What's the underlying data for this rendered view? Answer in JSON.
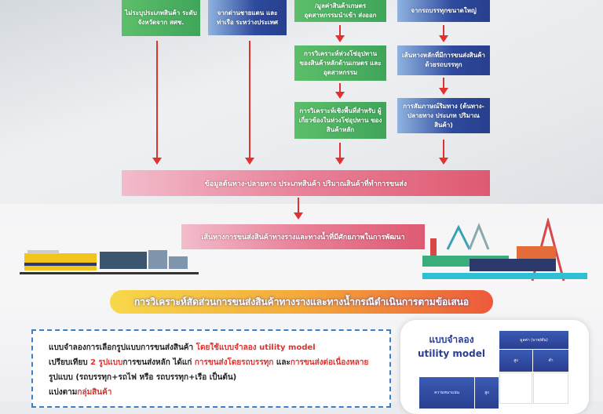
{
  "flow": {
    "col1_box1": "ไม่ระบุประเภทสินค้า ระดับจังหวัดจาก สศช.",
    "col2_box1": "จากด่านชายแดน และท่าเรือ ระหว่างประเทศ",
    "col3_box1": "/มูลค่าสินค้าเกษตร อุตสาหกรรมนำเข้า ส่งออก",
    "col3_box2": "การวิเคราะห์ห่วงโซ่อุปทาน ของสินค้าหลักด้านเกษตร และอุตสาหกรรม",
    "col3_box3": "การวิเคราะห์เชิงพื้นที่สำหรับ ผู้เกี่ยวข้องในห่วงโซ่อุปทาน ของสินค้าหลัก",
    "col4_box1": "จากรถบรรทุกขนาดใหญ่",
    "col4_box2": "เส้นทางหลักที่มีการขนส่งสินค้า ด้วยรถบรรทุก",
    "col4_box3": "การสัมภาษณ์ริมทาง (ต้นทาง-ปลายทาง ประเภท ปริมาณสินค้า)",
    "merge_box": "ข้อมูลต้นทาง-ปลายทาง ประเภทสินค้า ปริมาณสินค้าที่ทำการขนส่ง",
    "result_box": "เส้นทางการขนส่งสินค้าทางรางและทางน้ำที่มีศักยภาพในการพัฒนา"
  },
  "banner": "การวิเคราะห์สัดส่วนการขนส่งสินค้าทางรางและทางน้ำกรณีดำเนินการตามข้อเสนอ",
  "description": {
    "p1": "แบบจำลองการเลือกรูปแบบการขนส่งสินค้า ",
    "p2": "โดยใช้แบบจำลอง utility model",
    "p3": "เปรียบเทียบ ",
    "p4": "2 รูปแบบ",
    "p5": "การขนส่งหลัก ได้แก่ ",
    "p6": "การขนส่งโดยรถบรรทุก",
    "p7": " และ",
    "p8": "การขนส่งต่อเนื่องหลาย",
    "p9": " รูปแบบ (รถบรรทุก+รถไฟ หรือ รถบรรทุก+เรือ เป็นต้น)",
    "p10": "แบ่งตาม",
    "p11": "กลุ่มสินค้า"
  },
  "model_card": {
    "title1": "แบบจำลอง",
    "title2": "utility model",
    "col_header": "มูลค่า (บาท/ตัน)",
    "high": "สูง",
    "low": "ต่ำ",
    "row_header": "ความหนาแน่น",
    "row_high": "สูง"
  }
}
